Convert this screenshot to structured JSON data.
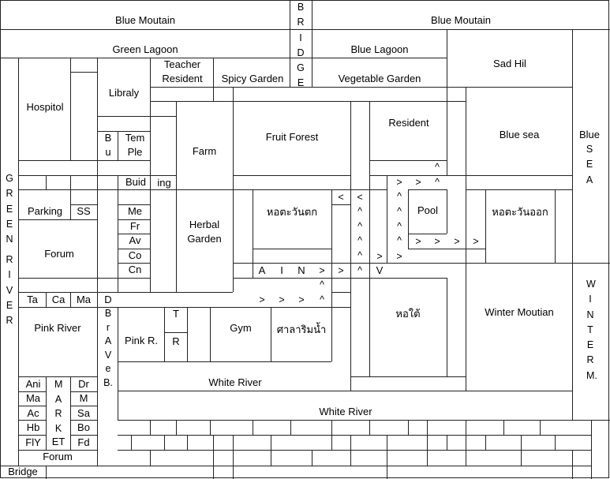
{
  "labels": {
    "blue_moutain": "Blue Moutain",
    "bridge": "BRIDGE",
    "green_lagoon": "Green Lagoon",
    "blue_lagoon": "Blue Lagoon",
    "sad_hil": "Sad Hil",
    "teacher": "Teacher",
    "resident": "Resident",
    "spicy_garden": "Spicy Garden",
    "vegetable_garden": "Vegetable Garden",
    "hospitol": "Hospitol",
    "libraly": "Libraly",
    "bu_1": "B",
    "bu_2": "u",
    "tem": "Tem",
    "ple": "Ple",
    "farm": "Farm",
    "fruit_forest": "Fruit Forest",
    "blue_sea": "Blue sea",
    "blue_sea_vertical": "BlueSEA",
    "buid": "Buid",
    "ing": "ing",
    "green_river": "GREEN RIVER",
    "parking": "Parking",
    "ss": "SS",
    "me": "Me",
    "fr": "Fr",
    "av": "Av",
    "co": "Co",
    "cn": "Cn",
    "herbal": "Herbal",
    "garden": "Garden",
    "west_tower": "หอตะวันตก",
    "pool": "Pool",
    "east_tower": "หอตะวันออก",
    "forum": "Forum",
    "ta": "Ta",
    "ca": "Ca",
    "ma": "Ma",
    "d": "D",
    "pink_river": "Pink River",
    "brave_b": "BrAVeB.",
    "pink_r": "Pink R.",
    "t": "T",
    "r": "R",
    "gym": "Gym",
    "waterside_pavilion": "ศาลาริมน้ำ",
    "south_tower": "หอใต้",
    "winter_moutian": "Winter Moutian",
    "winter_m": "WINTERM.",
    "white_river": "White River",
    "ani": "Ani",
    "ma2": "Ma",
    "ac": "Ac",
    "hb": "Hb",
    "fly": "FlY",
    "market": "MARKET",
    "dr": "Dr",
    "m": "M",
    "sa": "Sa",
    "bo": "Bo",
    "fd": "Fd",
    "forum2": "Forum",
    "bridge2": "Bridge",
    "a": "A",
    "i": "I",
    "n": "N",
    "v": "V"
  }
}
